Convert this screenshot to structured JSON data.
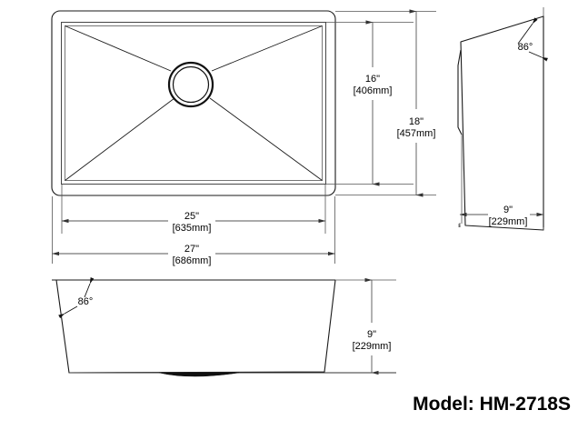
{
  "drawing": {
    "title_label": "Model: HM-2718S",
    "units_note": "",
    "views": {
      "top": {
        "name": "top-view",
        "drain": {
          "label": "drain-opening"
        }
      },
      "side": {
        "name": "side-view"
      },
      "front": {
        "name": "front-elevation-view"
      }
    },
    "dimensions": {
      "inner_width": {
        "inches": "25\"",
        "mm": "[635mm]"
      },
      "outer_width": {
        "inches": "27\"",
        "mm": "[686mm]"
      },
      "inner_depth": {
        "inches": "16\"",
        "mm": "[406mm]"
      },
      "outer_depth": {
        "inches": "18\"",
        "mm": "[457mm]"
      },
      "side_depth": {
        "inches": "9\"",
        "mm": "[229mm]"
      },
      "bowl_height": {
        "inches": "9\"",
        "mm": "[229mm]"
      }
    },
    "angles": {
      "side_wall_angle": "86°",
      "front_wall_angle": "86°"
    },
    "colors": {
      "line": "#1a1a1a",
      "dimension_line": "#555555",
      "background": "#ffffff",
      "text": "#000000"
    }
  }
}
